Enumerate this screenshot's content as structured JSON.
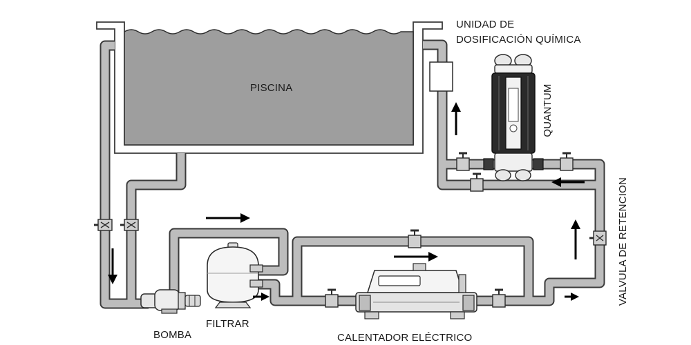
{
  "labels": {
    "pool": "PISCINA",
    "dosing_line1": "UNIDAD DE",
    "dosing_line2": "DOSIFICACIÓN QUÍMICA",
    "quantum": "QUANTUM",
    "check_valve": "VALVULA DE RETENCION",
    "pump": "BOMBA",
    "filter": "FILTRAR",
    "heater": "CALENTADOR ELÉCTRICO"
  },
  "colors": {
    "pipe_outline": "#3a3a3a",
    "pipe_fill": "#bdbdbd",
    "water": "#9e9e9e",
    "device_fill": "#f2f2f2",
    "quantum_dark": "#2a2a2a",
    "arrow": "#000000"
  },
  "icons": {
    "valve": "valve-icon",
    "arrow": "flow-arrow-icon"
  }
}
